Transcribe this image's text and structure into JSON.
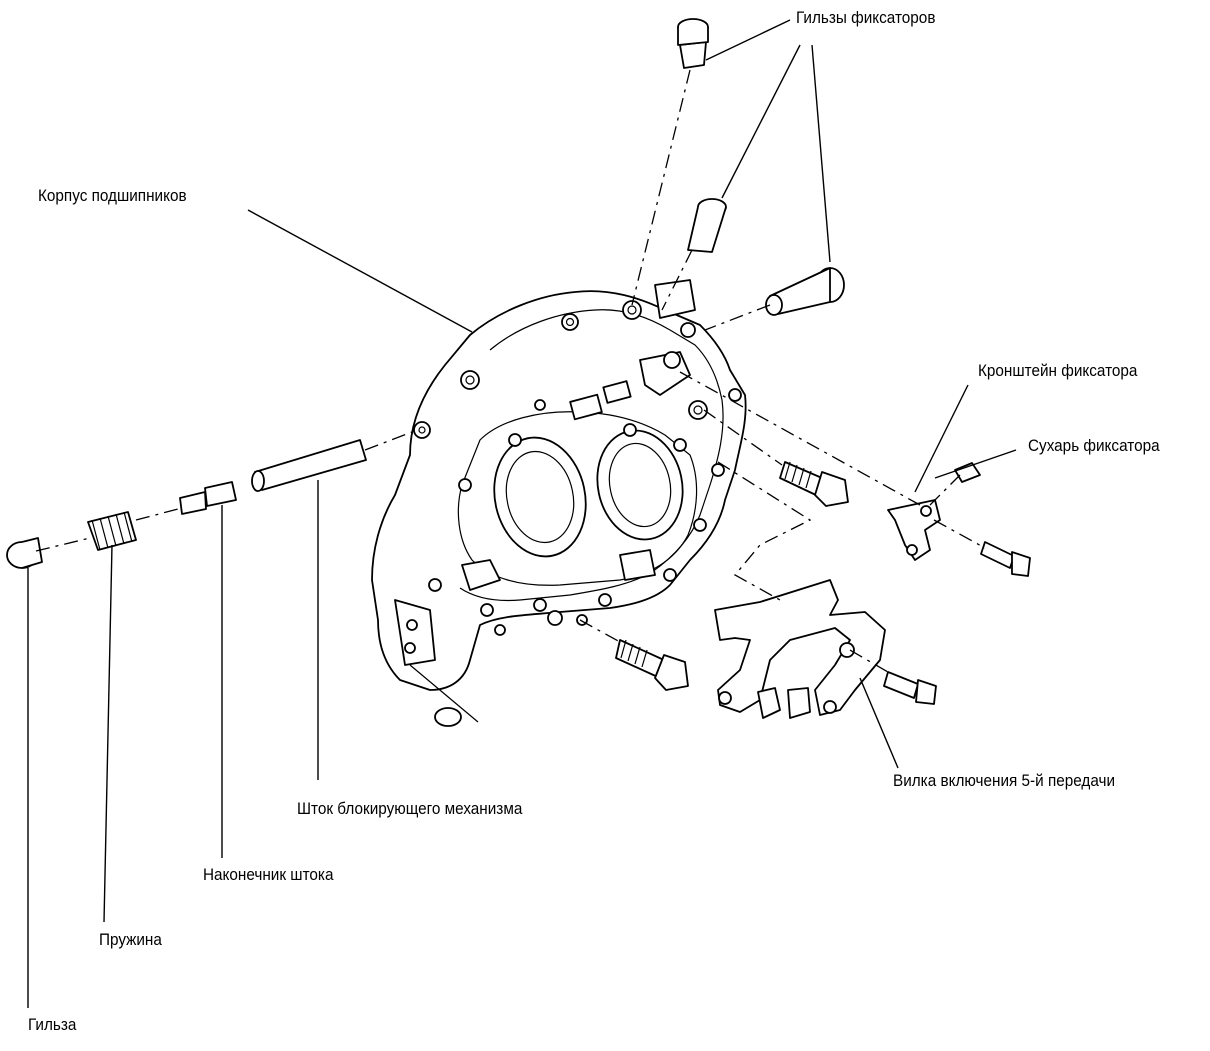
{
  "labels": {
    "retainer_sleeves": "Гильзы фиксаторов",
    "bearing_housing": "Корпус подшипников",
    "retainer_bracket": "Кронштейн фиксатора",
    "retainer_block": "Сухарь фиксатора",
    "fifth_gear_fork": "Вилка включения 5-й передачи",
    "lock_rod": "Шток блокирующего механизма",
    "rod_tip": "Наконечник штока",
    "spring": "Пружина",
    "sleeve": "Гильза"
  }
}
